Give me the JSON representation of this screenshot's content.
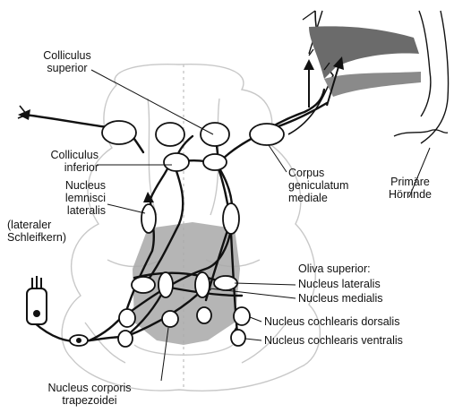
{
  "labels": {
    "colliculus_superior": [
      "Colliculus",
      "superior"
    ],
    "colliculus_inferior": [
      "Colliculus",
      "inferior"
    ],
    "nucleus_lemnisci": [
      "Nucleus",
      "lemnisci",
      "lateralis"
    ],
    "lateraler_schleifkern": [
      "(lateraler",
      "Schleifkern)"
    ],
    "corpus_geniculatum": [
      "Corpus",
      "geniculatum",
      "mediale"
    ],
    "primaere_hoerrinde": [
      "Primäre",
      "Hörrinde"
    ],
    "oliva_superior": "Oliva superior:",
    "nucleus_lateralis": "Nucleus lateralis",
    "nucleus_medialis": "Nucleus medialis",
    "cochlearis_dorsalis": "Nucleus cochlearis dorsalis",
    "cochlearis_ventralis": "Nucleus cochlearis ventralis",
    "corporis_trapezoidei": [
      "Nucleus corporis",
      "trapezoidei"
    ]
  },
  "colors": {
    "ink": "#111111",
    "brainstem_outline": "#c8c8c8",
    "gray_region": "#9a9a9a",
    "cortex_shading": "#666666"
  }
}
